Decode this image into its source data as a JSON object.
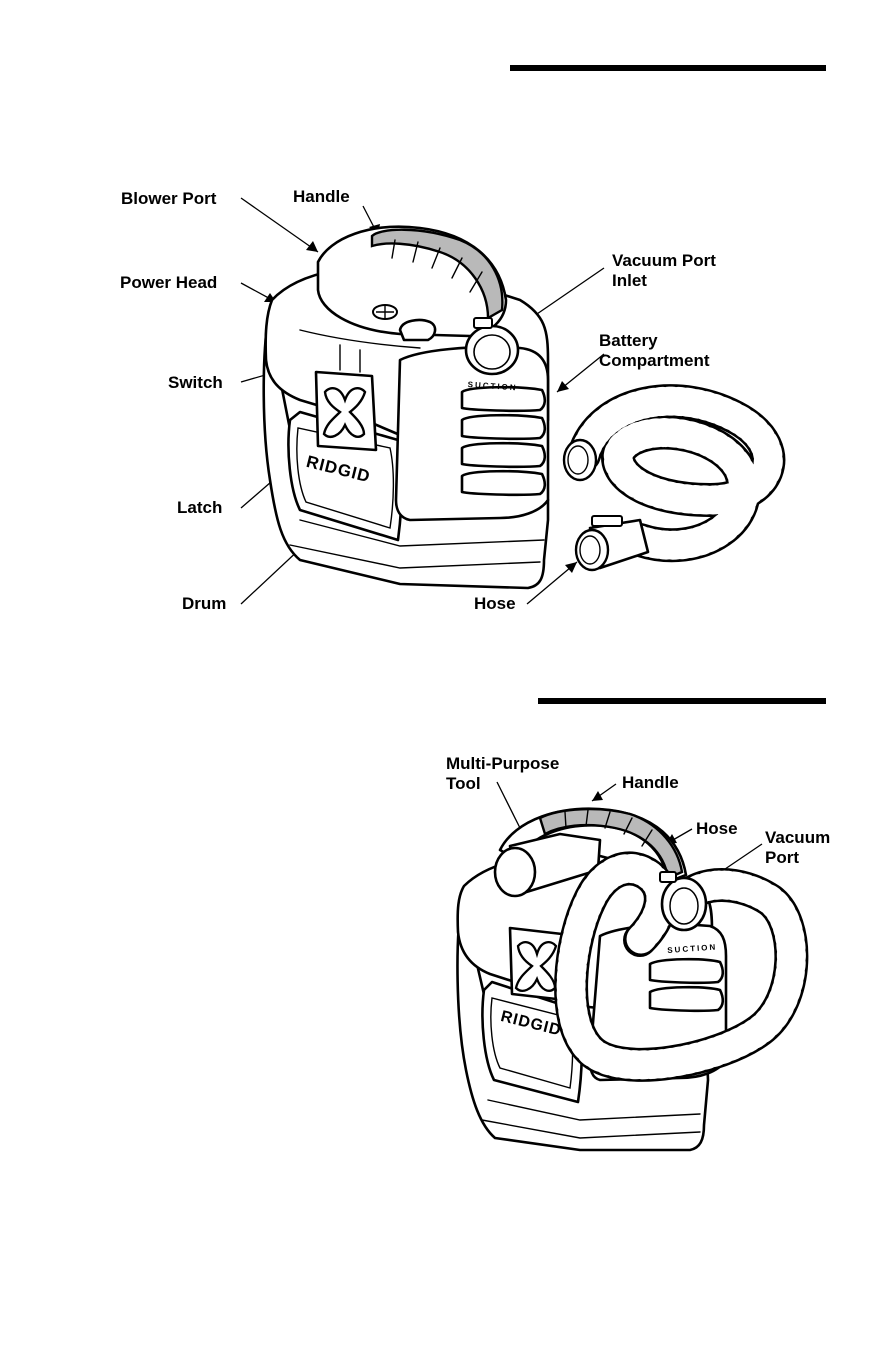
{
  "figure1": {
    "labels": {
      "blower_port": "Blower Port",
      "handle": "Handle",
      "power_head": "Power Head",
      "vacuum_port_inlet": "Vacuum Port\nInlet",
      "battery_compartment": "Battery\nCompartment",
      "switch": "Switch",
      "latch": "Latch",
      "drum": "Drum",
      "hose": "Hose"
    },
    "brand_text": "RIDGID",
    "suction_text": "SUCTION"
  },
  "figure2": {
    "labels": {
      "multi_purpose_tool": "Multi-Purpose\nTool",
      "handle": "Handle",
      "hose": "Hose",
      "vacuum_port": "Vacuum\nPort"
    },
    "brand_text": "RIDGID",
    "suction_text": "SUCTION"
  }
}
